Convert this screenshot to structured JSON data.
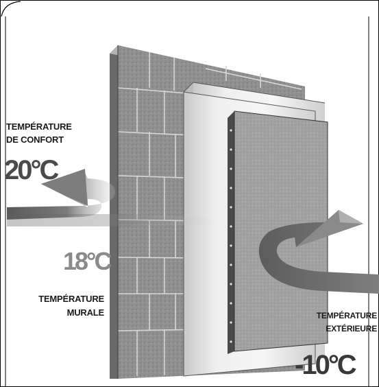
{
  "labels": {
    "comfort_title_line1": "TEMPÉRATURE",
    "comfort_title_line2": "DE CONFORT",
    "comfort_value": "20°C",
    "wall_value": "18°C",
    "wall_title_line1": "TEMPÉRATURE",
    "wall_title_line2": "MURALE",
    "exterior_title_line1": "TEMPÉRATURE",
    "exterior_title_line2": "EXTÉRIEURE",
    "exterior_value": "-10°C"
  },
  "colors": {
    "background": "#ffffff",
    "masonry": "#8f8f8f",
    "insulation": "#e6e6e6",
    "render_board": "#9c9c9c",
    "arrow": "#6f6f6f",
    "text": "#1a1a1a",
    "value_dark": "#3a3a3a",
    "value_light": "#8a8a8a"
  },
  "icons": [
    "masonry-wall-icon",
    "insulation-layer-icon",
    "exterior-board-icon",
    "warm-air-arrow-icon",
    "cold-air-arrow-icon"
  ]
}
